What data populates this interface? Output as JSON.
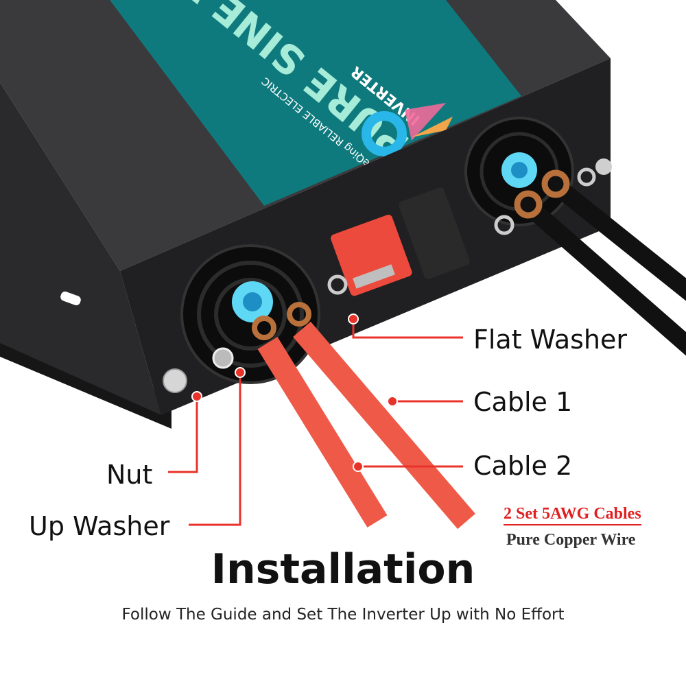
{
  "product_label": {
    "brand_line": "YueQing RELIABLE ELECTRIC",
    "product_name": "PURE SINE WAVE",
    "product_type": "INVERTER",
    "label_color": "#0f7a7e",
    "logo_color": "#29b6e8"
  },
  "callouts": {
    "flat_washer": "Flat Washer",
    "cable_1": "Cable 1",
    "cable_2": "Cable 2",
    "nut": "Nut",
    "up_washer": "Up Washer"
  },
  "spec": {
    "cables": "2 Set 5AWG Cables",
    "material": "Pure Copper Wire"
  },
  "heading": {
    "title": "Installation",
    "subtitle": "Follow The Guide and Set The Inverter Up with No Effort"
  },
  "colors": {
    "accent_red": "#e8322a",
    "cable_red": "#ef5a48",
    "body": "#1c1c1e"
  }
}
